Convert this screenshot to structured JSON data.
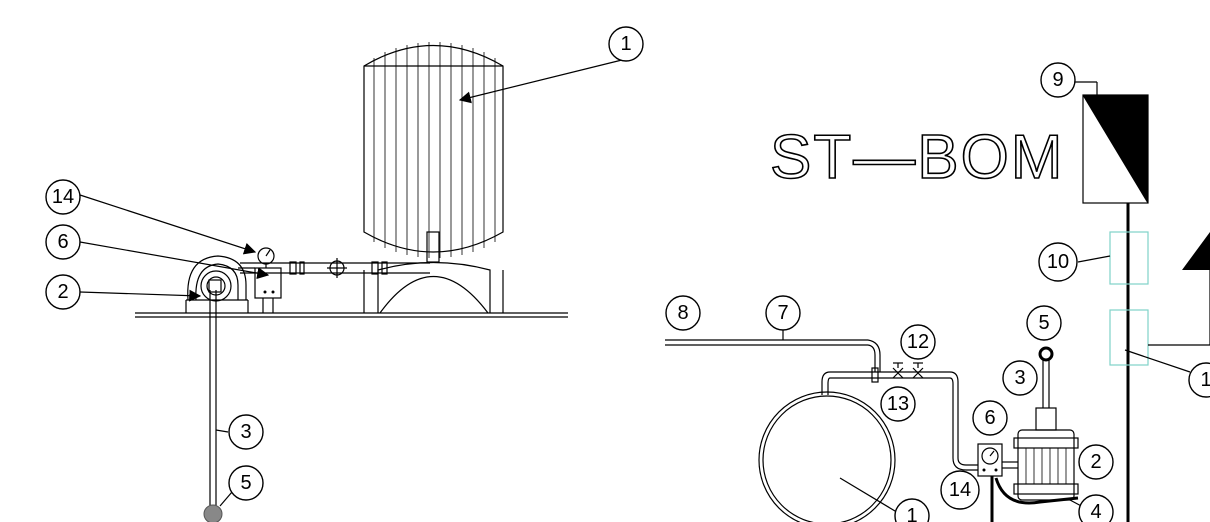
{
  "title": "ST—BOM",
  "callouts": {
    "left_tank": "1",
    "left_gauge": "14",
    "left_switch": "6",
    "left_pump": "2",
    "left_pipe": "3",
    "left_float": "5",
    "right_terminal": "9",
    "right_box_a": "10",
    "right_box_b": "1",
    "right_line_8": "8",
    "right_line_7": "7",
    "right_valve": "12",
    "right_valve2": "13",
    "right_rod": "5",
    "right_rod_label": "3",
    "right_switch": "6",
    "right_gauge": "14",
    "right_motor": "2",
    "right_hose": "4",
    "right_tank": "1"
  }
}
